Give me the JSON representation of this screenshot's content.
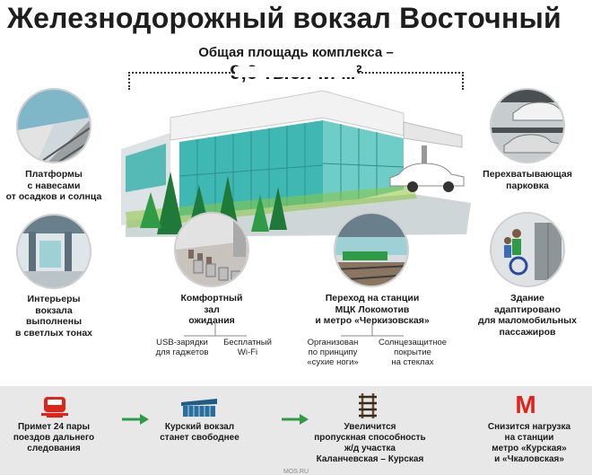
{
  "title": "Железнодорожный вокзал Восточный",
  "area": {
    "label": "Общая площадь комплекса –",
    "value": "9,6 тысячи м²"
  },
  "features": {
    "platforms": [
      "Платформы",
      "с навесами",
      "от осадков и солнца"
    ],
    "interiors": [
      "Интерьеры",
      "вокзала",
      "выполнены",
      "в светлых тонах"
    ],
    "waiting": [
      "Комфортный",
      "зал",
      "ожидания"
    ],
    "usb": [
      "USB-зарядки",
      "для гаджетов"
    ],
    "wifi": [
      "Бесплатный",
      "Wi-Fi"
    ],
    "transfer": [
      "Переход на станции",
      "МЦК Локомотив",
      "и метро «Черкизовская»"
    ],
    "dryfeet": [
      "Организован",
      "по принципу",
      "«сухие ноги»"
    ],
    "sunglass": [
      "Солнцезащитное",
      "покрытие",
      "на стеклах"
    ],
    "parking": [
      "Перехватывающая",
      "парковка"
    ],
    "accessible": [
      "Здание",
      "адаптировано",
      "для маломобильных",
      "пассажиров"
    ]
  },
  "bottom": {
    "trains": [
      "Примет 24 пары",
      "поездов дальнего",
      "следования"
    ],
    "kursky": [
      "Курский вокзал",
      "станет свободнее"
    ],
    "capacity": [
      "Увеличится",
      "пропускная способность",
      "ж/д участка",
      "Каланчевская – Курская"
    ],
    "metro": [
      "Снизится нагрузка",
      "на станции",
      "метро «Курская»",
      "и «Чкаловская»"
    ],
    "metro_letter": "М"
  },
  "source": "MOS.RU",
  "colors": {
    "accent_green": "#2f9b47",
    "glass": "#3fb8b4",
    "metro_red": "#e2231a",
    "bar_gray": "#e8e8e8"
  }
}
